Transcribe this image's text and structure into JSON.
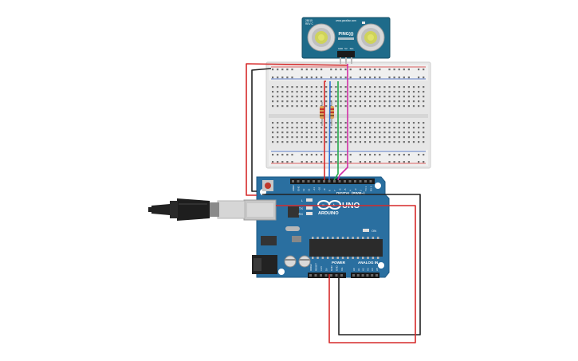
{
  "sensor": {
    "top_text": "www.parallax.com",
    "model": "PING)))",
    "part_no": "28015",
    "rev": "REV C",
    "pins": [
      "GND",
      "5V",
      "SIG"
    ]
  },
  "arduino": {
    "brand": "ARDUINO",
    "model": "UNO",
    "digital_label": "DIGITAL (PWM~)",
    "power_label": "POWER",
    "analog_label": "ANALOG IN",
    "led_labels": [
      "L",
      "TX",
      "RX"
    ],
    "on_label": "ON",
    "digital_pins": [
      "AREF",
      "GND",
      "13",
      "12",
      "~11",
      "~10",
      "~9",
      "8",
      "7",
      "~6",
      "~5",
      "4",
      "~3",
      "2",
      "TX 1",
      "RX 0"
    ],
    "power_pins": [
      "IOREF",
      "RESET",
      "3.3V",
      "5V",
      "GND",
      "GND",
      "Vin"
    ],
    "analog_pins": [
      "A0",
      "A1",
      "A2",
      "A3",
      "A4",
      "A5"
    ]
  },
  "colors": {
    "board": "#2a6fa0",
    "sensor": "#1e6b8a",
    "breadboard": "#e8e8e8",
    "wire_red": "#d62a2a",
    "wire_black": "#222222",
    "wire_blue": "#2f6fd6",
    "wire_green": "#22a84a",
    "wire_magenta": "#d12ea6"
  }
}
